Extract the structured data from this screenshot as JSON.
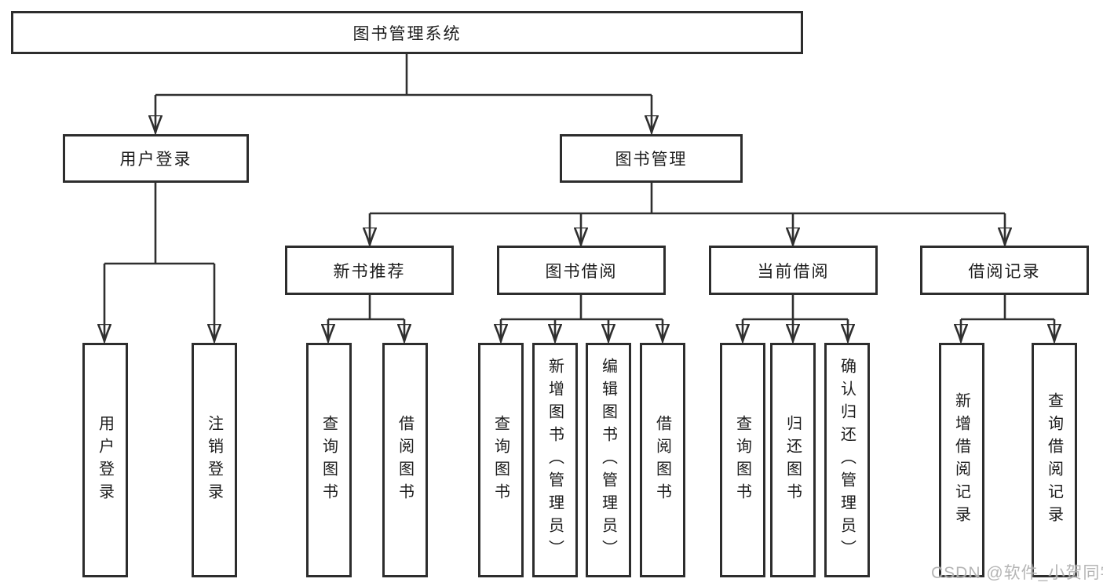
{
  "diagram": {
    "root": {
      "label": "图书管理系统",
      "children": [
        {
          "label": "用户登录",
          "children": [
            {
              "label": "用户登录"
            },
            {
              "label": "注销登录"
            }
          ]
        },
        {
          "label": "图书管理",
          "children": [
            {
              "label": "新书推荐",
              "children": [
                {
                  "label": "查询图书"
                },
                {
                  "label": "借阅图书"
                }
              ]
            },
            {
              "label": "图书借阅",
              "children": [
                {
                  "label": "查询图书"
                },
                {
                  "label": "新增图书（管理员）"
                },
                {
                  "label": "编辑图书（管理员）"
                },
                {
                  "label": "借阅图书"
                }
              ]
            },
            {
              "label": "当前借阅",
              "children": [
                {
                  "label": "查询图书"
                },
                {
                  "label": "归还图书"
                },
                {
                  "label": "确认归还（管理员）"
                }
              ]
            },
            {
              "label": "借阅记录",
              "children": [
                {
                  "label": "新增借阅记录"
                },
                {
                  "label": "查询借阅记录"
                }
              ]
            }
          ]
        }
      ]
    }
  },
  "watermark": {
    "text": "CSDN @软件_小贺同学",
    "color": "#a8a8a8"
  },
  "colors": {
    "line": "#2f2f2f",
    "box_border": "#2d2d2d",
    "text": "#1c1c1c",
    "background": "#ffffff"
  }
}
